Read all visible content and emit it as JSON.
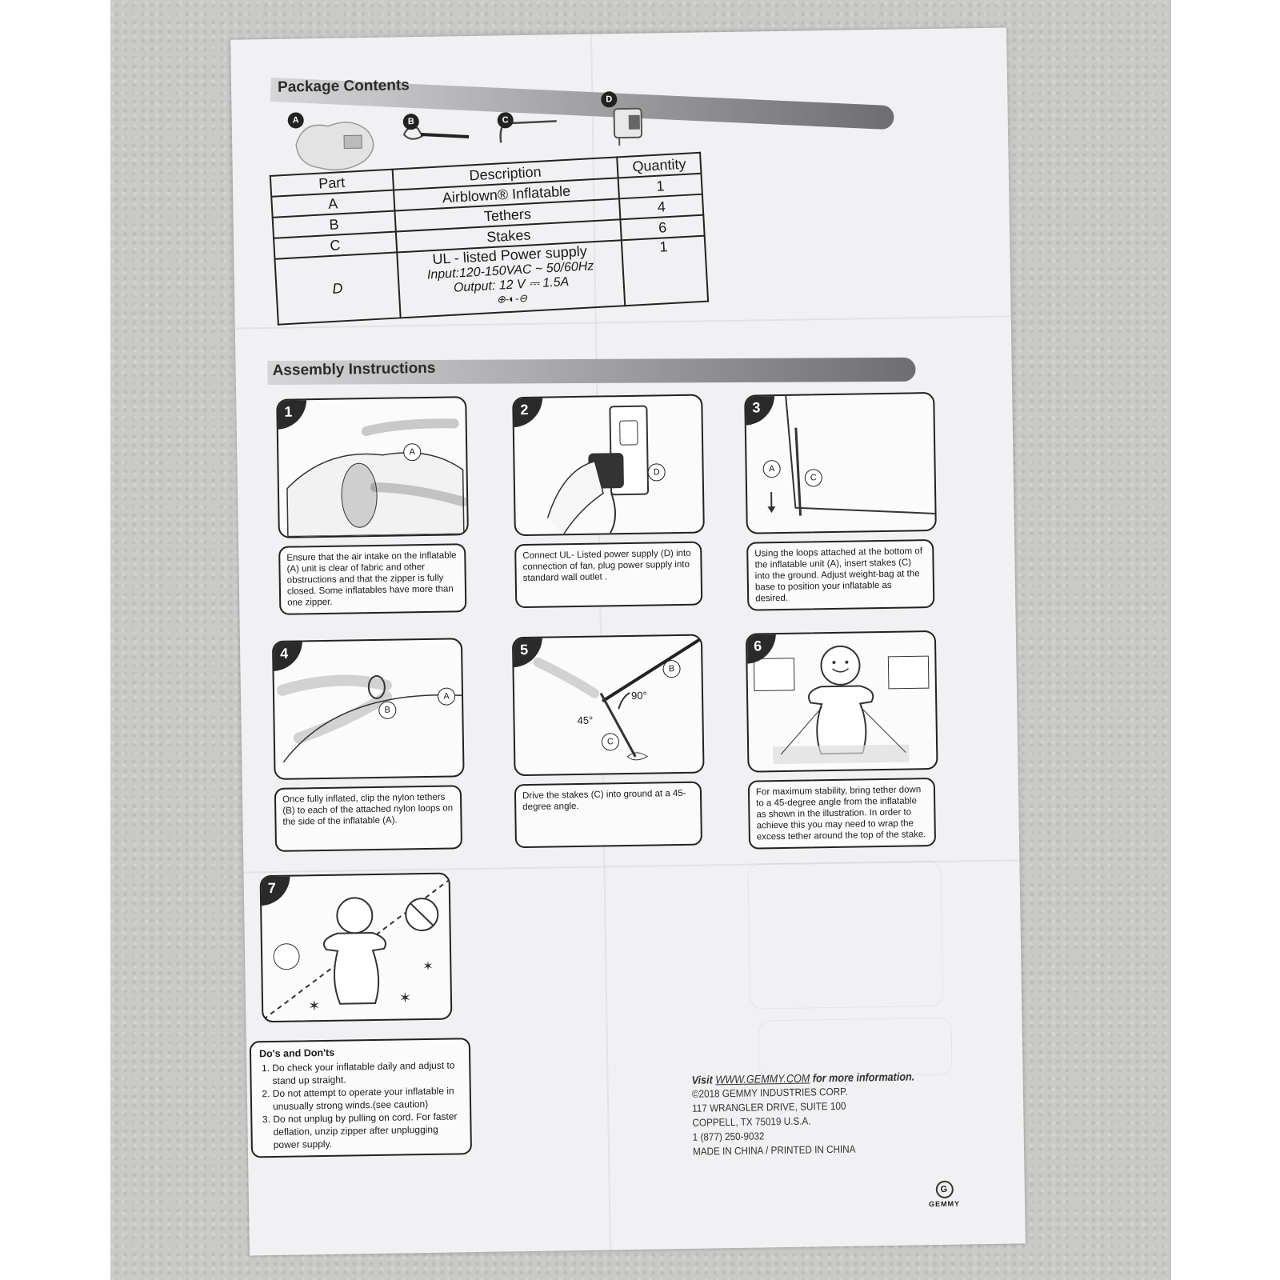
{
  "package": {
    "heading": "Package Contents",
    "badges": [
      "A",
      "B",
      "C",
      "D"
    ],
    "table": {
      "headers": [
        "Part",
        "Description",
        "Quantity"
      ],
      "rows": [
        {
          "part": "A",
          "description": "Airblown® Inflatable",
          "quantity": "1"
        },
        {
          "part": "B",
          "description": "Tethers",
          "quantity": "4"
        },
        {
          "part": "C",
          "description": "Stakes",
          "quantity": "6"
        },
        {
          "part": "D",
          "description": "UL - listed Power supply",
          "quantity": "1",
          "input": "Input:120-150VAC ~ 50/60Hz",
          "output": "Output: 12 V ⎓ 1.5A",
          "polarity": "⊕-◐-⊖"
        }
      ]
    }
  },
  "assembly": {
    "heading": "Assembly Instructions",
    "steps": [
      {
        "number": "1",
        "callouts": [
          "A"
        ],
        "text": "Ensure that the air intake on the inflatable (A) unit is clear of fabric and other obstructions and that the zipper is fully closed. Some inflatables have more than one zipper."
      },
      {
        "number": "2",
        "callouts": [
          "D"
        ],
        "text": "Connect UL- Listed power supply (D) into connection of fan, plug power supply into standard wall outlet ."
      },
      {
        "number": "3",
        "callouts": [
          "A",
          "C"
        ],
        "text": "Using the loops attached at the bottom of the inflatable unit (A), insert stakes (C) into the ground. Adjust weight-bag at the base to position your inflatable as desired."
      },
      {
        "number": "4",
        "callouts": [
          "A",
          "B"
        ],
        "text": "Once fully inflated, clip the nylon tethers (B) to each of the attached nylon loops on the side of the inflatable (A)."
      },
      {
        "number": "5",
        "callouts": [
          "B",
          "C"
        ],
        "angles": [
          "90°",
          "45°"
        ],
        "text": "Drive the stakes (C) into ground at a 45-degree angle."
      },
      {
        "number": "6",
        "callouts": [],
        "text": "For maximum stability, bring tether down to a 45-degree angle from the inflatable as shown in the illustration. In order to achieve this you may need to wrap the excess tether around the top of the stake."
      },
      {
        "number": "7",
        "callouts": [],
        "text": ""
      }
    ]
  },
  "dos_donts": {
    "title": "Do's and Don'ts",
    "items": [
      "Do check your inflatable daily and adjust to stand up straight.",
      "Do not attempt to operate your inflatable in unusually strong winds.(see caution)",
      "Do not unplug by pulling on cord. For faster deflation, unzip zipper after unplugging power supply."
    ]
  },
  "footer": {
    "visit_prefix": "Visit ",
    "url": "WWW.GEMMY.COM",
    "visit_suffix": " for more information.",
    "copyright": "©2018 GEMMY INDUSTRIES CORP.",
    "address1": "117 WRANGLER DRIVE, SUITE 100",
    "address2": "COPPELL, TX 75019 U.S.A.",
    "phone": "1 (877) 250-9032",
    "made": "MADE IN CHINA / PRINTED IN CHINA",
    "logo_text": "GEMMY",
    "logo_mark": "G"
  }
}
